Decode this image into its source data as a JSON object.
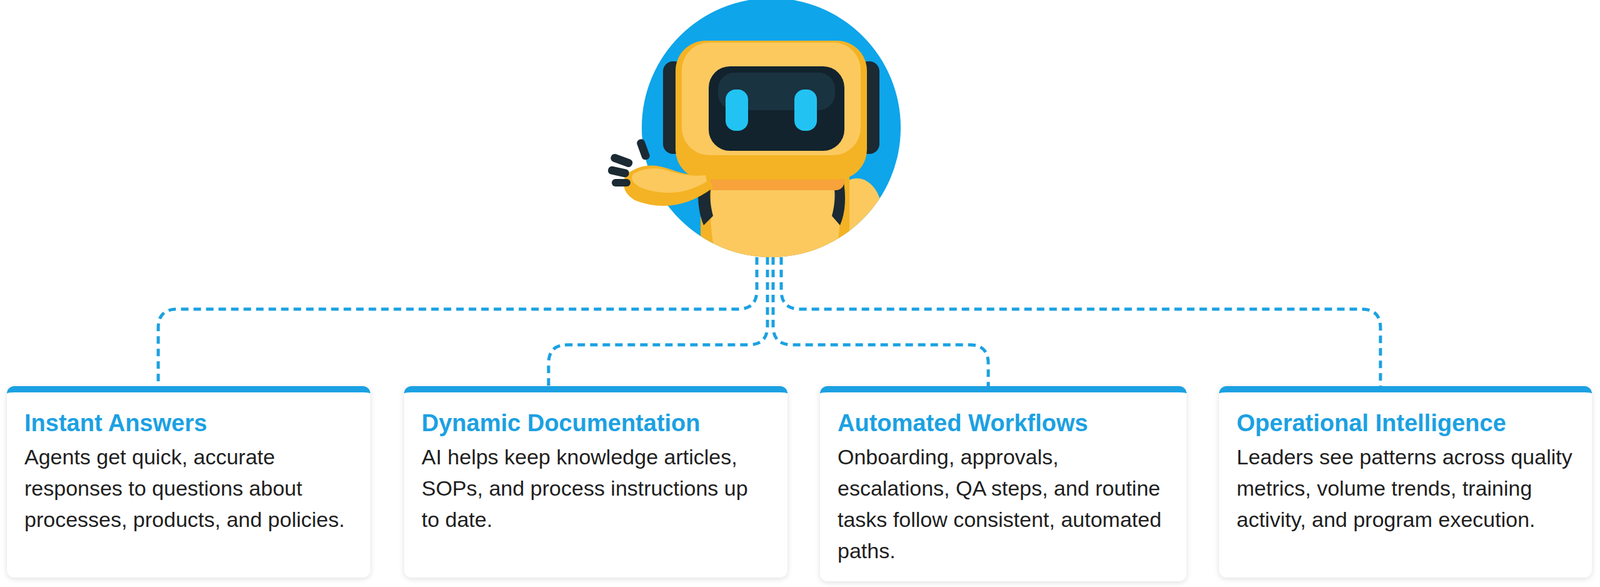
{
  "diagram": {
    "nodes": [
      {
        "text": [
          "Instant Answers",
          "Agents get quick, accurate responses to questions about processes, products, and policies."
        ]
      },
      {
        "text": [
          "Dynamic Documentation",
          "AI helps keep knowledge articles, SOPs, and process instructions up to date."
        ]
      },
      {
        "text": [
          "Automated Workflows",
          "Onboarding, approvals, escalations, QA steps, and routine tasks follow consistent, automated paths."
        ]
      },
      {
        "text": [
          "Operational Intelligence",
          "Leaders see patterns across quality metrics, volume trends, training activity, and program execution."
        ]
      }
    ]
  }
}
